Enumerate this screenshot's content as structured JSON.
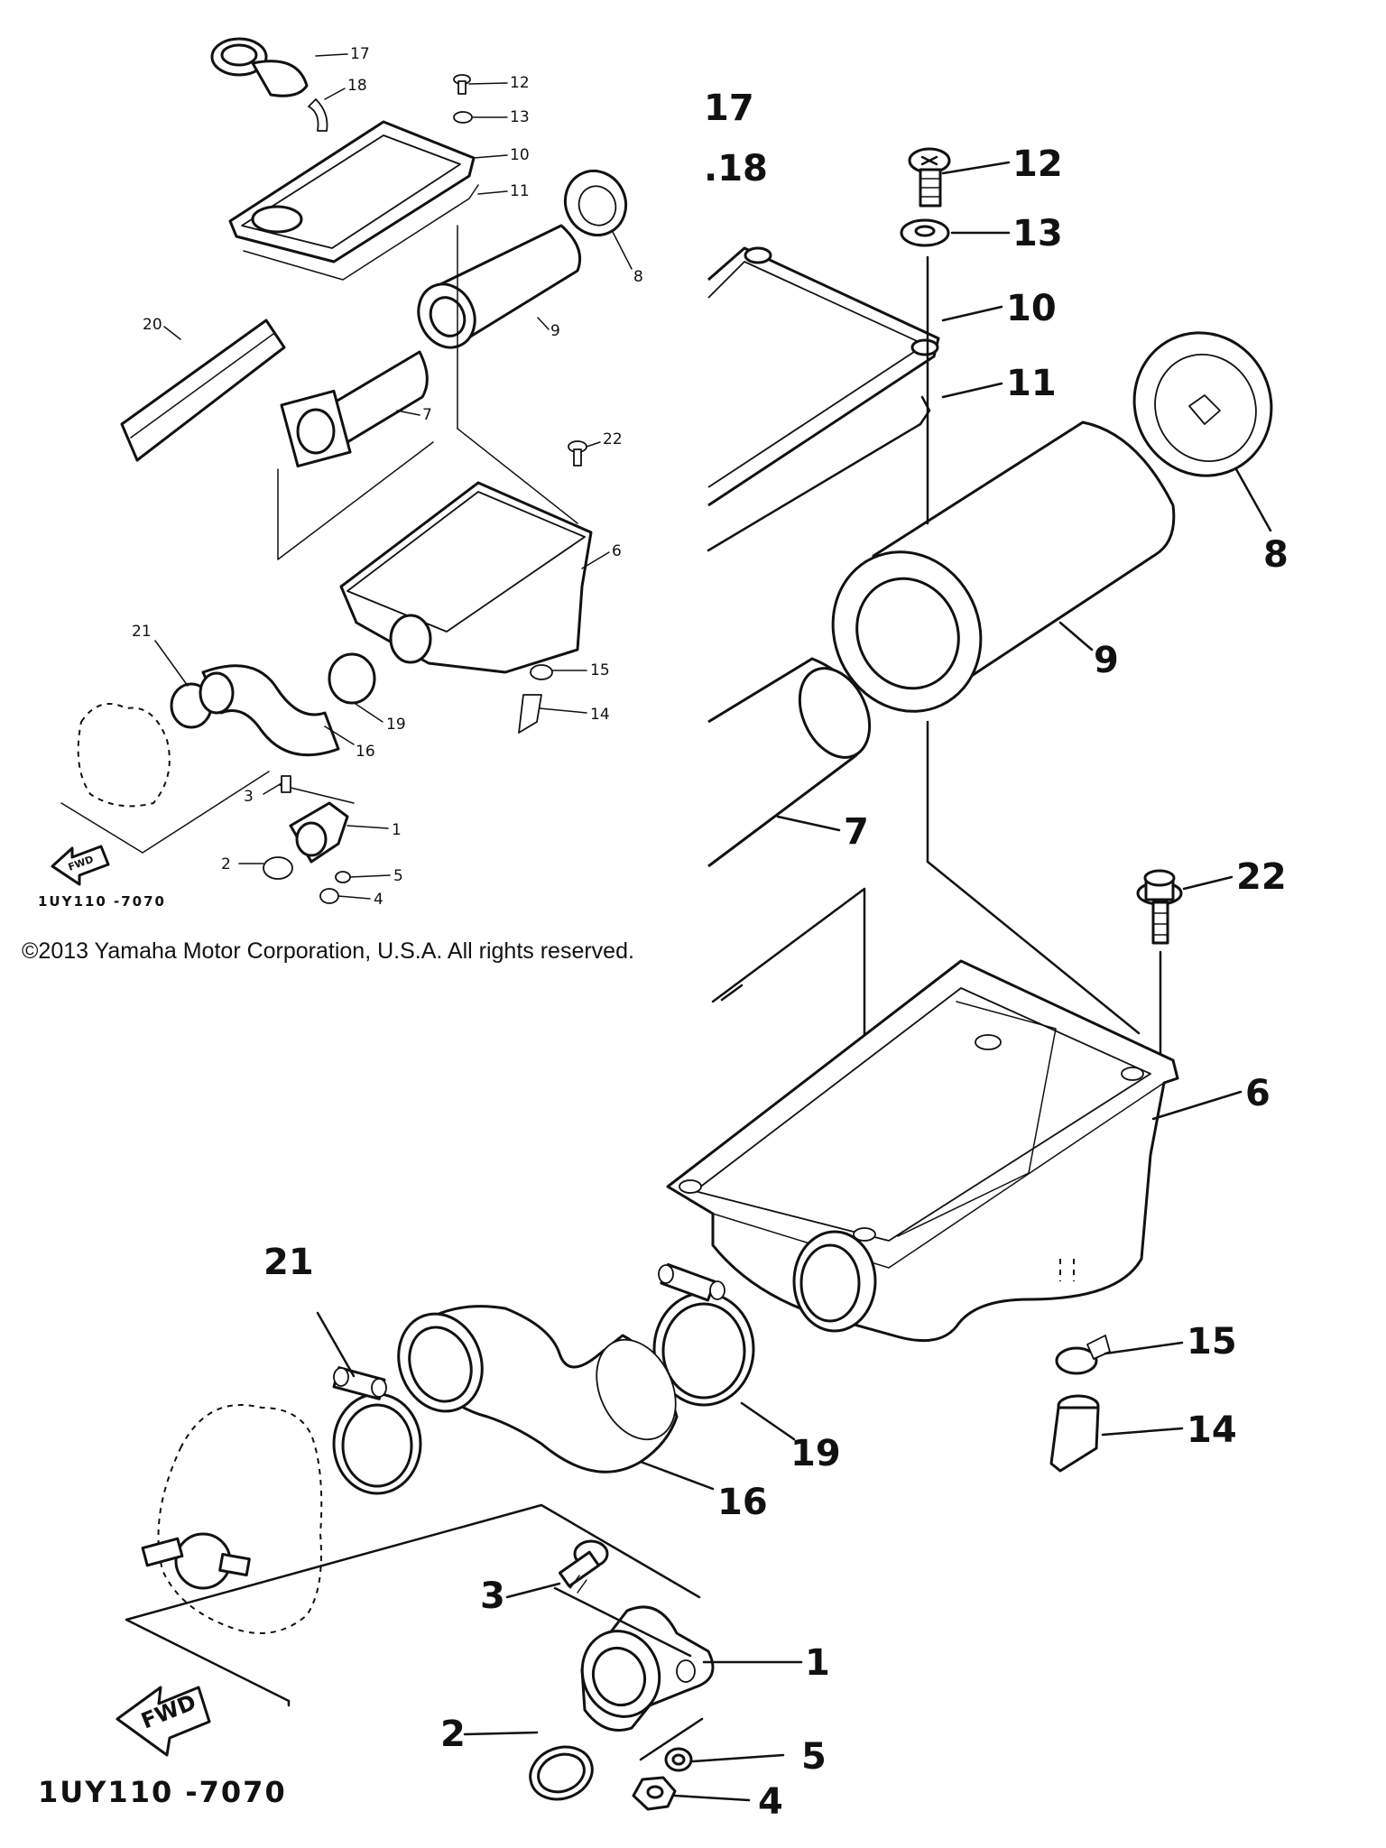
{
  "copyright": "©2013 Yamaha Motor Corporation, U.S.A. All rights reserved.",
  "diagram_code": "1UY110 -7070",
  "overview_labels": {
    "p1": "1",
    "p2": "2",
    "p3": "3",
    "p4": "4",
    "p5": "5",
    "p6": "6",
    "p7": "7",
    "p8": "8",
    "p9": "9",
    "p10": "10",
    "p11": "11",
    "p12": "12",
    "p13": "13",
    "p14": "14",
    "p15": "15",
    "p16": "16",
    "p17": "17",
    "p18": "18",
    "p19": "19",
    "p20": "20",
    "p21": "21",
    "p22": "22"
  },
  "detail_labels": {
    "p1": "1",
    "p2": "2",
    "p3": "3",
    "p4": "4",
    "p5": "5",
    "p6": "6",
    "p7": "7",
    "p8": "8",
    "p9": "9",
    "p10": "10",
    "p11": "11",
    "p12": "12",
    "p13": "13",
    "p14": "14",
    "p15": "15",
    "p16": "16",
    "p17": "17",
    "p18": ".18",
    "p19": "19",
    "p21": "21",
    "p22": "22"
  },
  "fwd_label": "FWD"
}
